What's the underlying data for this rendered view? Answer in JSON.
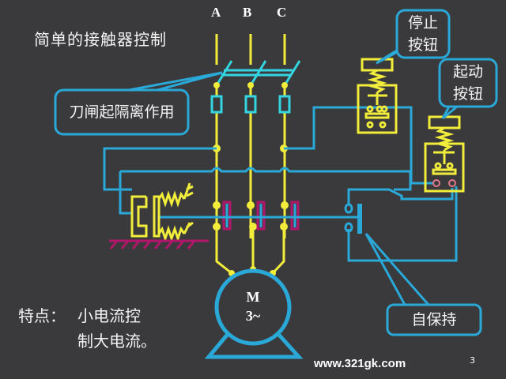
{
  "slide": {
    "title": "简单的接触器控制",
    "page_number": "3",
    "watermark": "www.321gk.com"
  },
  "phases": [
    "A",
    "B",
    "C"
  ],
  "callouts": {
    "knife_switch": "刀闸起隔离作用",
    "stop_button_line1": "停止",
    "stop_button_line2": "按钮",
    "start_button_line1": "起动",
    "start_button_line2": "按钮",
    "self_hold": "自保持"
  },
  "motor": {
    "symbol": "M",
    "type": "3~"
  },
  "feature": {
    "label": "特点：",
    "line1": "小电流控",
    "line2": "制大电流。"
  },
  "colors": {
    "background": "#3a3a3c",
    "power_wire": "#f2ec3a",
    "control_wire": "#2aa8d8",
    "switch": "#33d6e0",
    "contact_housing": "#b0176b",
    "ground": "#b0176b",
    "terminal_pink": "#e07a8a"
  }
}
